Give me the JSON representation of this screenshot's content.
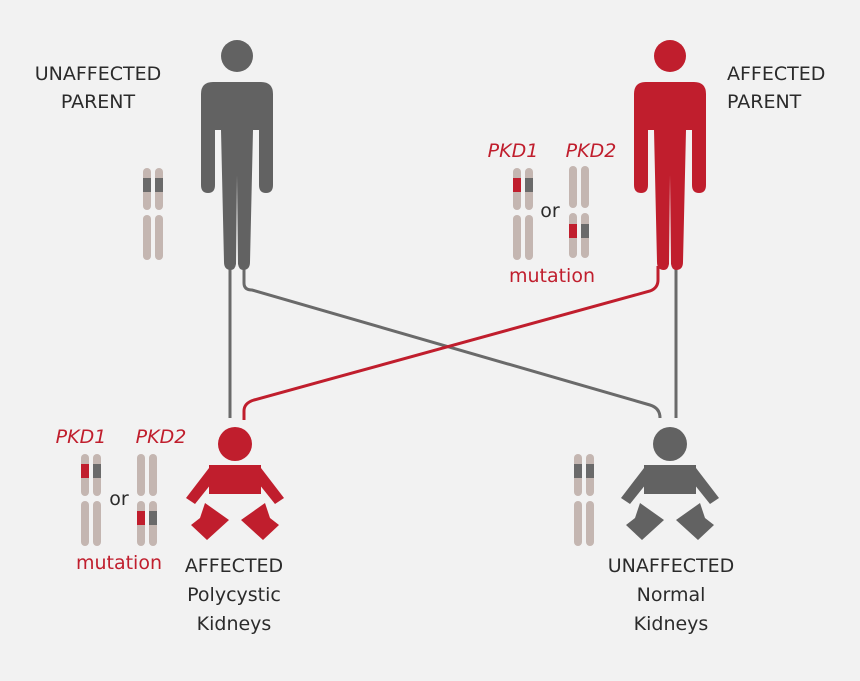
{
  "parents": {
    "unaffected": {
      "line1": "UNAFFECTED",
      "line2": "PARENT"
    },
    "affected": {
      "line1": "AFFECTED",
      "line2": "PARENT"
    }
  },
  "children": {
    "affected": {
      "line1": "AFFECTED",
      "line2": "Polycystic",
      "line3": "Kidneys"
    },
    "unaffected": {
      "line1": "UNAFFECTED",
      "line2": "Normal",
      "line3": "Kidneys"
    }
  },
  "genes": {
    "gene1": "PKD1",
    "gene2": "PKD2",
    "or": "or",
    "mutation": "mutation"
  },
  "colors": {
    "affected": "#c01e2d",
    "unaffected": "#626262",
    "chromosome": "#c4b6b1",
    "band_normal": "#6a6a6a",
    "background": "#f2f2f2"
  }
}
